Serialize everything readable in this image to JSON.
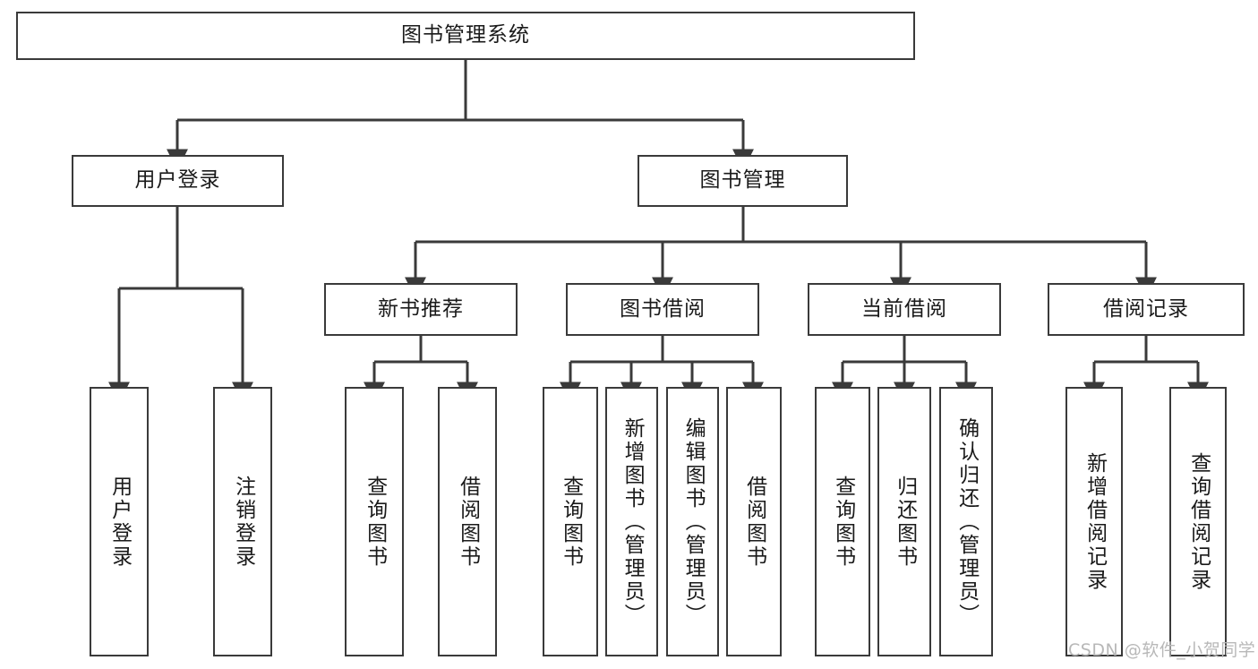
{
  "diagram": {
    "type": "tree",
    "title": "图书管理系统",
    "orientation": "top-down",
    "colors": {
      "box_border": "#3a3a3a",
      "box_fill": "#ffffff",
      "edge": "#3a3a3a",
      "text": "#1a1a1a",
      "watermark": "#b8b8b8",
      "background": "#ffffff"
    },
    "root": {
      "id": "root",
      "label": "图书管理系统",
      "orientation": "horizontal"
    },
    "level2": [
      {
        "id": "user-login",
        "label": "用户登录",
        "orientation": "horizontal"
      },
      {
        "id": "book-management",
        "label": "图书管理",
        "orientation": "horizontal"
      }
    ],
    "level3": [
      {
        "id": "new-book-recommend",
        "label": "新书推荐",
        "orientation": "horizontal",
        "parent": "book-management"
      },
      {
        "id": "book-borrow",
        "label": "图书借阅",
        "orientation": "horizontal",
        "parent": "book-management"
      },
      {
        "id": "current-borrow",
        "label": "当前借阅",
        "orientation": "horizontal",
        "parent": "book-management"
      },
      {
        "id": "borrow-record",
        "label": "借阅记录",
        "orientation": "horizontal",
        "parent": "book-management"
      }
    ],
    "leaves": [
      {
        "id": "leaf-user-login",
        "label": "用户登录",
        "orientation": "vertical",
        "parent": "user-login"
      },
      {
        "id": "leaf-logout",
        "label": "注销登录",
        "orientation": "vertical",
        "parent": "user-login"
      },
      {
        "id": "leaf-query-book-1",
        "label": "查询图书",
        "orientation": "vertical",
        "parent": "new-book-recommend"
      },
      {
        "id": "leaf-borrow-book-1",
        "label": "借阅图书",
        "orientation": "vertical",
        "parent": "new-book-recommend"
      },
      {
        "id": "leaf-query-book-2",
        "label": "查询图书",
        "orientation": "vertical",
        "parent": "book-borrow"
      },
      {
        "id": "leaf-add-book",
        "label": "新增图书（管理员）",
        "orientation": "vertical",
        "parent": "book-borrow"
      },
      {
        "id": "leaf-edit-book",
        "label": "编辑图书（管理员）",
        "orientation": "vertical",
        "parent": "book-borrow"
      },
      {
        "id": "leaf-borrow-book-2",
        "label": "借阅图书",
        "orientation": "vertical",
        "parent": "book-borrow"
      },
      {
        "id": "leaf-query-book-3",
        "label": "查询图书",
        "orientation": "vertical",
        "parent": "current-borrow"
      },
      {
        "id": "leaf-return-book",
        "label": "归还图书",
        "orientation": "vertical",
        "parent": "current-borrow"
      },
      {
        "id": "leaf-confirm-return",
        "label": "确认归还（管理员）",
        "orientation": "vertical",
        "parent": "current-borrow"
      },
      {
        "id": "leaf-add-record",
        "label": "新增借阅记录",
        "orientation": "vertical",
        "parent": "borrow-record"
      },
      {
        "id": "leaf-query-record",
        "label": "查询借阅记录",
        "orientation": "vertical",
        "parent": "borrow-record"
      }
    ]
  },
  "watermark": {
    "text": "CSDN @软件_小贺同学"
  }
}
